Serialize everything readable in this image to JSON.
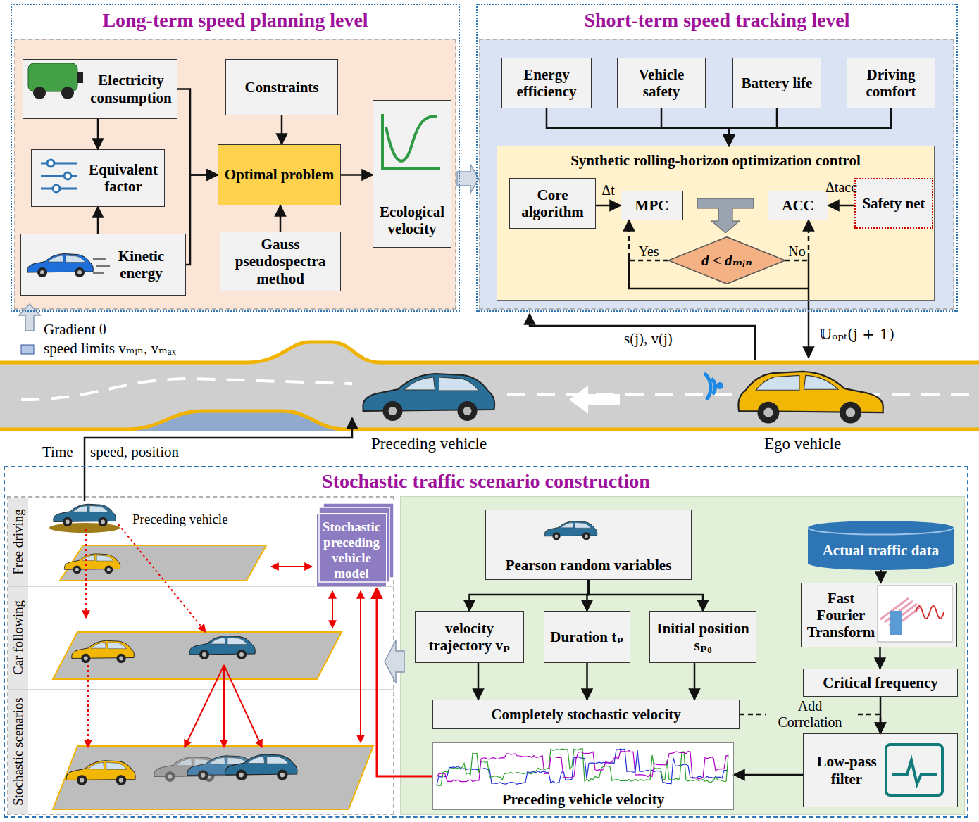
{
  "diagram": {
    "nodes": [
      {
        "text": [
          "Long-term speed planning level"
        ]
      },
      {
        "text": [
          "Electricity consumption"
        ],
        "in": 0
      },
      {
        "text": [
          "Equivalent factor"
        ],
        "in": 0
      },
      {
        "text": [
          "Kinetic energy"
        ],
        "in": 0
      },
      {
        "text": [
          "Constraints"
        ],
        "in": 0
      },
      {
        "text": [
          "Optimal problem"
        ],
        "in": 0
      },
      {
        "text": [
          "Gauss pseudospectra method"
        ],
        "in": 0
      },
      {
        "text": [
          "Ecological velocity"
        ],
        "in": 0
      },
      {
        "text": [
          "Short-term speed tracking level"
        ]
      },
      {
        "text": [
          "Energy efficiency"
        ],
        "in": 8
      },
      {
        "text": [
          "Vehicle safety"
        ],
        "in": 8
      },
      {
        "text": [
          "Battery life"
        ],
        "in": 8
      },
      {
        "text": [
          "Driving comfort"
        ],
        "in": 8
      },
      {
        "text": [
          "Synthetic rolling-horizon optimization control"
        ],
        "in": 8
      },
      {
        "text": [
          "Core algorithm"
        ],
        "in": 13
      },
      {
        "text": [
          "MPC"
        ],
        "in": 13
      },
      {
        "text": [
          "ACC"
        ],
        "in": 13
      },
      {
        "text": [
          "Safety net"
        ],
        "in": 13
      },
      {
        "text": [
          "d < dₘᵢₙ"
        ],
        "in": 13
      },
      {
        "text": [
          "Stochastic traffic scenario construction"
        ]
      },
      {
        "text": [
          "Stochastic preceding vehicle model"
        ],
        "in": 19
      },
      {
        "text": [
          "Pearson random variables"
        ],
        "in": 19
      },
      {
        "text": [
          "velocity trajectory vₚ"
        ],
        "in": 19
      },
      {
        "text": [
          "Duration tₚ"
        ],
        "in": 19
      },
      {
        "text": [
          "Initial position sₚ₀"
        ],
        "in": 19
      },
      {
        "text": [
          "Completely stochastic velocity"
        ],
        "in": 19
      },
      {
        "text": [
          "Actual traffic data"
        ],
        "in": 19
      },
      {
        "text": [
          "Fast Fourier Transform"
        ],
        "in": 19
      },
      {
        "text": [
          "Critical frequency"
        ],
        "in": 19
      },
      {
        "text": [
          "Low-pass filter"
        ],
        "in": 19
      },
      {
        "text": [
          "Preceding vehicle velocity"
        ],
        "in": 19
      }
    ],
    "edges": [
      {
        "from": 1,
        "to": 2,
        "arrow": "to"
      },
      {
        "from": 3,
        "to": 2,
        "arrow": "to"
      },
      {
        "from": 1,
        "to": 5,
        "arrow": "to"
      },
      {
        "from": 3,
        "to": 5,
        "arrow": "to"
      },
      {
        "from": 4,
        "to": 5,
        "arrow": "to"
      },
      {
        "from": 6,
        "to": 5,
        "arrow": "to"
      },
      {
        "from": 5,
        "to": 7,
        "arrow": "to"
      },
      {
        "from": 0,
        "to": 8,
        "arrow": "to"
      },
      {
        "from": 9,
        "to": 13,
        "arrow": "to"
      },
      {
        "from": 10,
        "to": 13,
        "arrow": "to"
      },
      {
        "from": 11,
        "to": 13,
        "arrow": "to"
      },
      {
        "from": 12,
        "to": 13,
        "arrow": "to"
      },
      {
        "from": 14,
        "to": 15,
        "label": "Δt",
        "arrow": "to"
      },
      {
        "from": 17,
        "to": 16,
        "label": "Δtacc",
        "arrow": "to"
      },
      {
        "from": 18,
        "to": 15,
        "label": "Yes",
        "arrow": "to"
      },
      {
        "from": 18,
        "to": 16,
        "label": "No",
        "arrow": "to"
      },
      {
        "from": 21,
        "to": 22,
        "arrow": "to"
      },
      {
        "from": 21,
        "to": 23,
        "arrow": "to"
      },
      {
        "from": 21,
        "to": 24,
        "arrow": "to"
      },
      {
        "from": 22,
        "to": 25,
        "arrow": "to"
      },
      {
        "from": 23,
        "to": 25,
        "arrow": "to"
      },
      {
        "from": 24,
        "to": 25,
        "arrow": "to"
      },
      {
        "from": 26,
        "to": 27,
        "arrow": "to"
      },
      {
        "from": 27,
        "to": 28,
        "arrow": "to"
      },
      {
        "from": 28,
        "to": 29,
        "arrow": "to"
      },
      {
        "from": 25,
        "to": 29,
        "label": "Add Correlation",
        "arrow": "to"
      },
      {
        "from": 29,
        "to": 30,
        "arrow": "to"
      },
      {
        "from": 30,
        "to": 20,
        "arrow": "to"
      }
    ],
    "labels": [
      "Gradient θ",
      "speed limits vₘᵢₙ, vₘₐₓ",
      "s(j), v(j)",
      "𝕌ₒₚₜ(j + 1)",
      "Preceding vehicle",
      "Ego vehicle",
      "Time",
      "speed, position",
      "Preceding vehicle",
      "Free driving",
      "Car following",
      "Stochastic scenarios"
    ]
  }
}
